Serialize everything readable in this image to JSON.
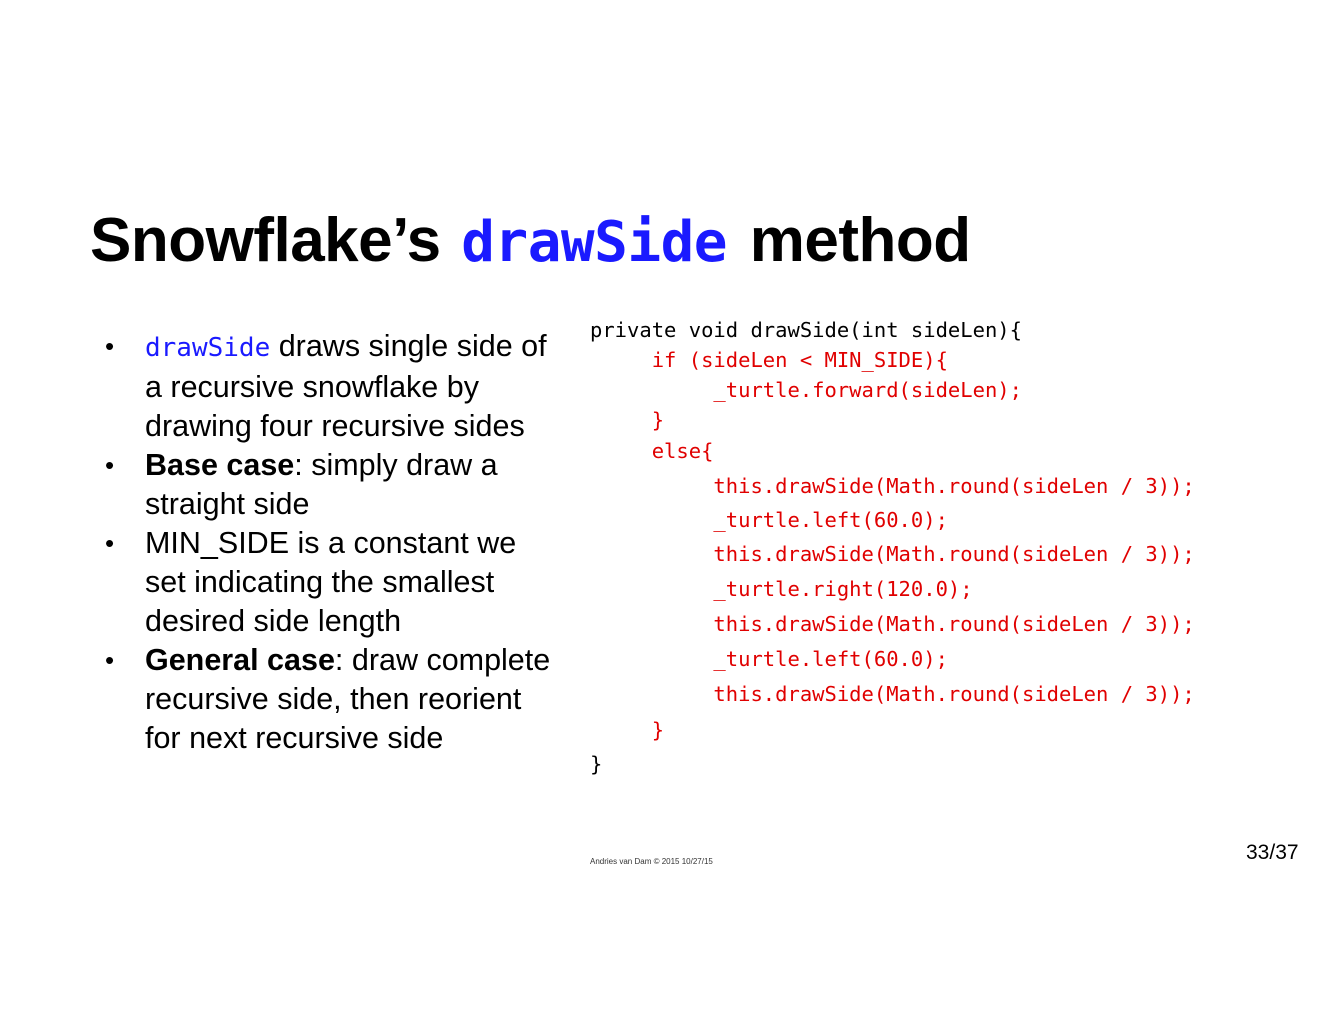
{
  "title": {
    "prefix": "Snowflake’s",
    "code": "drawSide",
    "suffix": "method"
  },
  "bullets": [
    {
      "code": "drawSide",
      "bold": "",
      "text": " draws single side of a recursive snowflake by drawing four recursive sides"
    },
    {
      "code": "",
      "bold": "Base case",
      "text": ": simply draw a straight side"
    },
    {
      "code": "",
      "bold": "",
      "text": "MIN_SIDE is a constant we set indicating the smallest desired side length"
    },
    {
      "code": "",
      "bold": "General case",
      "text": ": draw complete recursive side, then reorient for next recursive side"
    }
  ],
  "bullet_glyph": "•",
  "code_lines": [
    {
      "text": "private void drawSide(int sideLen){",
      "color": "#000000"
    },
    {
      "text": "     if (sideLen < MIN_SIDE){",
      "color": "#e00000"
    },
    {
      "text": "          _turtle.forward(sideLen);",
      "color": "#e00000"
    },
    {
      "text": "     }",
      "color": "#e00000"
    },
    {
      "text": "     else{",
      "color": "#e00000"
    },
    {
      "text": "          this.drawSide(Math.round(sideLen / 3));",
      "color": "#e00000"
    },
    {
      "text": "          _turtle.left(60.0);",
      "color": "#e00000"
    },
    {
      "text": "          this.drawSide(Math.round(sideLen / 3));",
      "color": "#e00000"
    },
    {
      "text": "          _turtle.right(120.0);",
      "color": "#e00000"
    },
    {
      "text": "          this.drawSide(Math.round(sideLen / 3));",
      "color": "#e00000"
    },
    {
      "text": "          _turtle.left(60.0);",
      "color": "#e00000"
    },
    {
      "text": "          this.drawSide(Math.round(sideLen / 3));",
      "color": "#e00000"
    },
    {
      "text": "     }",
      "color": "#e00000"
    },
    {
      "text": "}",
      "color": "#000000"
    }
  ],
  "footer": "Andries van Dam © 2015 10/27/15",
  "page_number": "33/37",
  "colors": {
    "code_keyword": "#1a1aff",
    "code_highlight": "#e00000"
  }
}
